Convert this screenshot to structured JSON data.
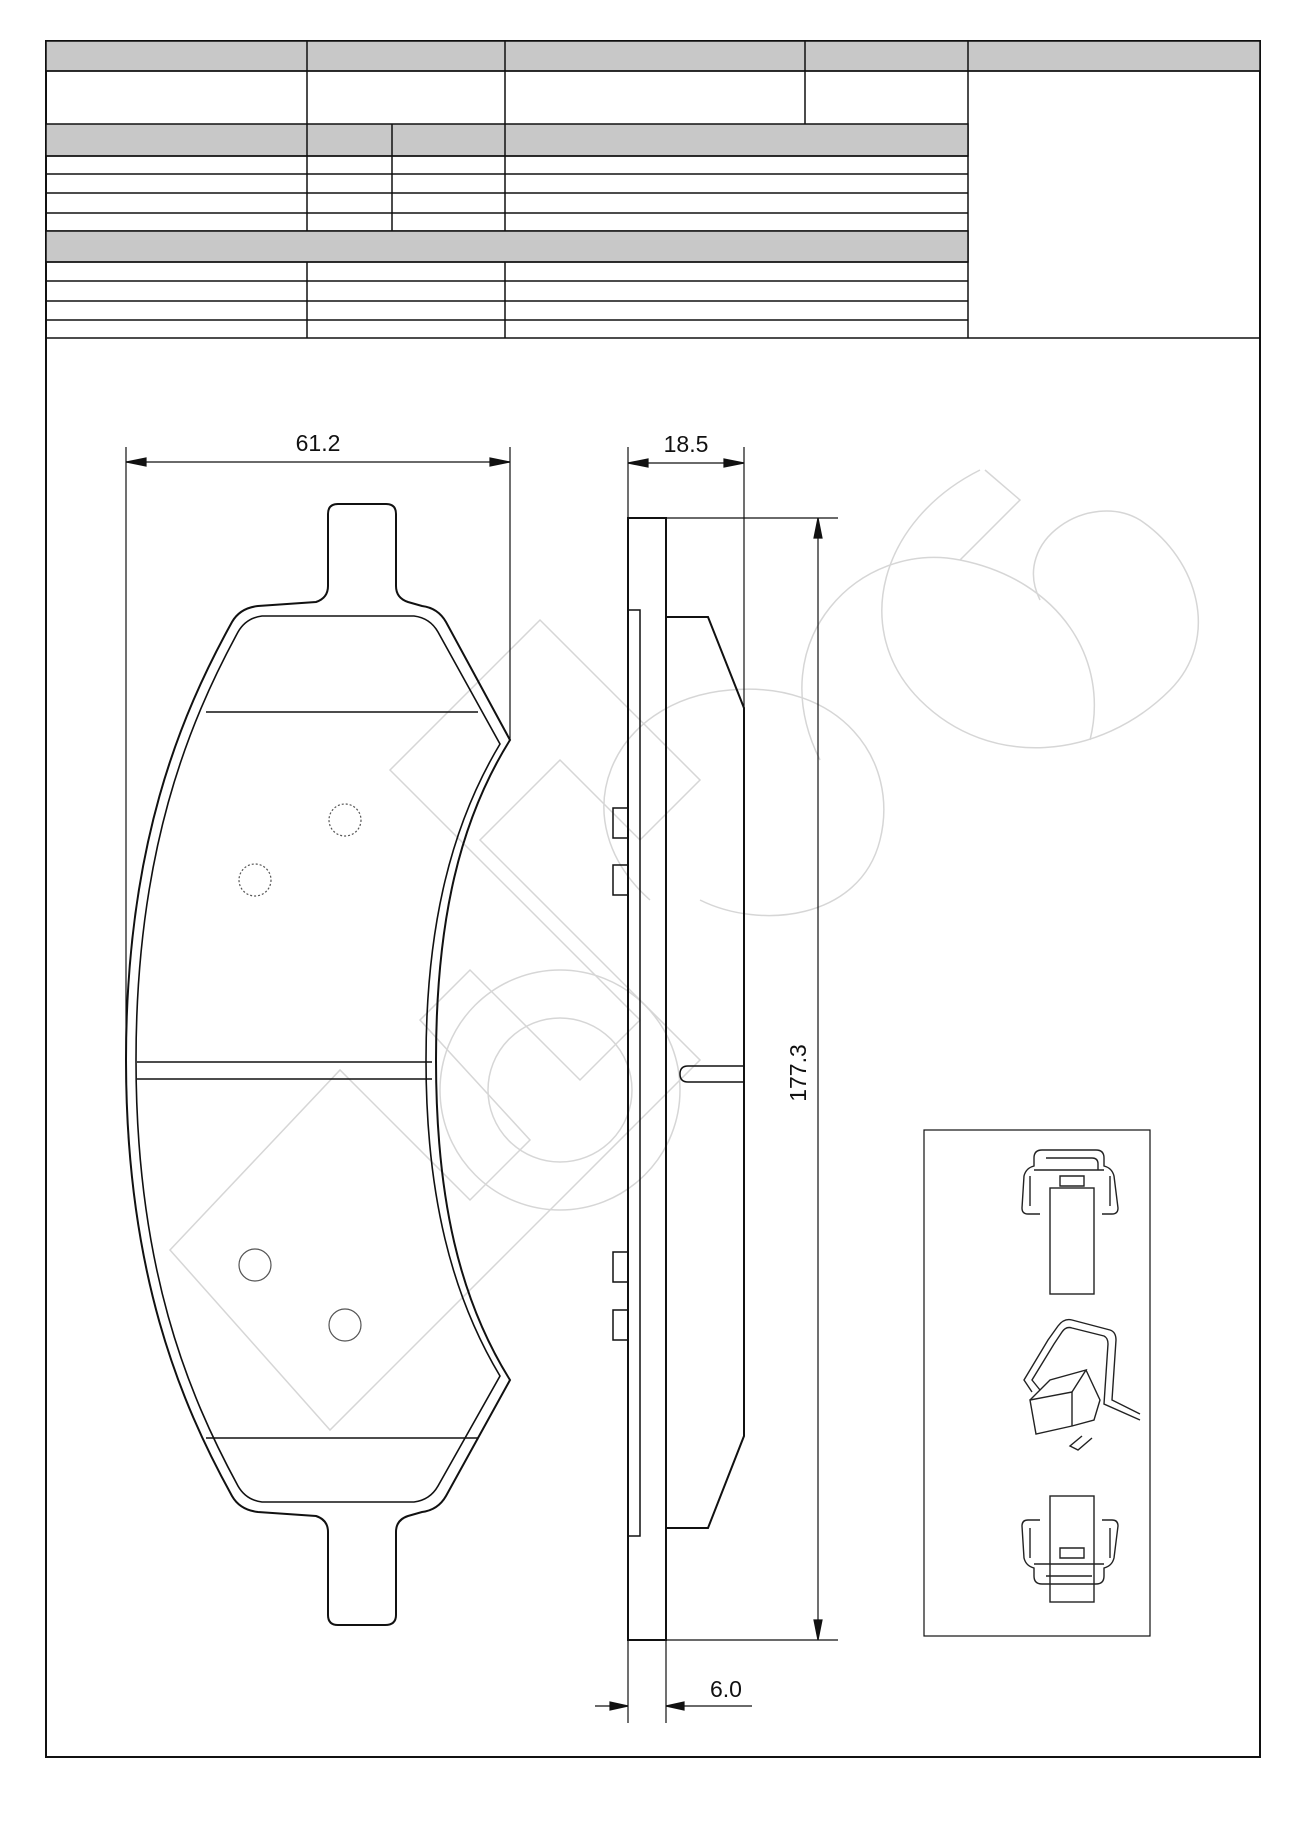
{
  "drawing": {
    "dimensions": {
      "pad_width": "61.2",
      "total_thickness": "18.5",
      "pad_length": "177.3",
      "backing_plate_thickness": "6.0"
    }
  },
  "header_table": {
    "top_row_cells": [
      "",
      "",
      "",
      "",
      ""
    ],
    "sections": [
      "",
      ""
    ]
  },
  "accessories": {
    "icons": [
      "clip-top-icon",
      "clip-side-icon",
      "clip-bottom-icon"
    ]
  },
  "colors": {
    "line": "#111111",
    "header_fill": "#c8c8c8",
    "watermark": "#d4d4d4"
  }
}
